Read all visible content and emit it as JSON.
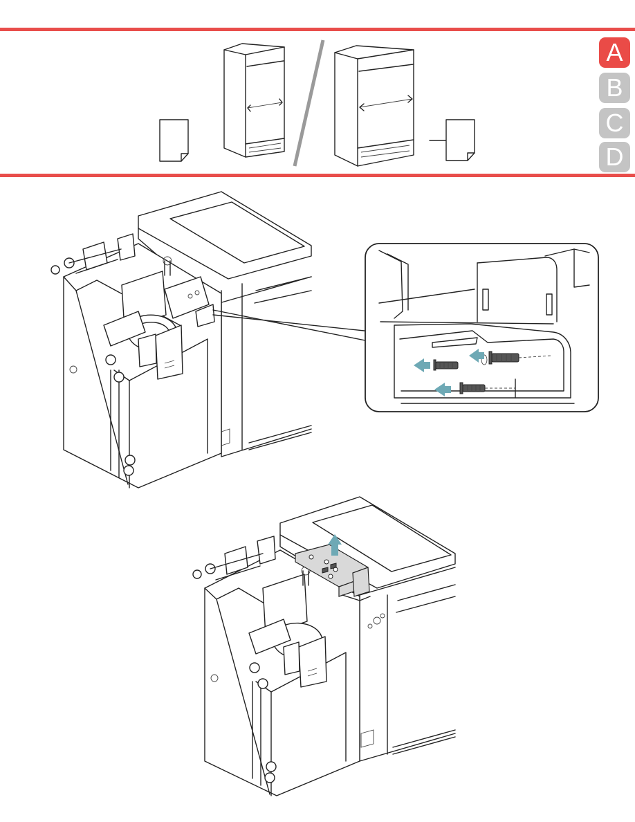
{
  "header": {
    "tabs": [
      {
        "label": "A",
        "active": true
      },
      {
        "label": "B",
        "active": false
      },
      {
        "label": "C",
        "active": false
      },
      {
        "label": "D",
        "active": false
      }
    ]
  },
  "colors": {
    "rule": "#e94e4b",
    "tab_active": "#ea4b47",
    "tab_inactive": "#c4c4c4",
    "arrow_teal": "#6ea9b5"
  },
  "icons": {
    "page_left": "document-icon",
    "page_right": "document-icon",
    "arrow": "arrow-right-icon"
  }
}
